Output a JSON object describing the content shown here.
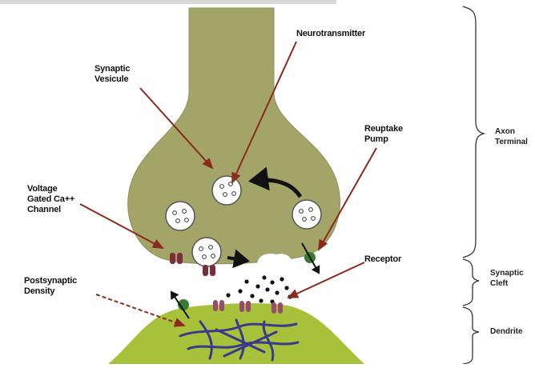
{
  "labels": {
    "neurotransmitter": "Neurotransmitter",
    "synaptic_vesicule": "Synaptic\nVesicule",
    "reuptake_pump": "Reuptake\nPump",
    "voltage_gated_channel": "Voltage\nGated Ca++\nChannel",
    "receptor": "Receptor",
    "postsynaptic_density": "Postsynaptic\nDensity"
  },
  "regions": {
    "axon_terminal": "Axon\nTerminal",
    "synaptic_cleft": "Synaptic\nCleft",
    "dendrite": "Dendrite"
  },
  "colors": {
    "axon_terminal_fill": "#a3a468",
    "dendrite_fill": "#a7c23a",
    "arrow_annotation": "#8b2a1e",
    "channel": "#7a2e3a",
    "receptor": "#9a4a6e",
    "reuptake_pump": "#3a7a35",
    "density_fibers": "#3a3a8a",
    "vesicle": "#ffffff"
  },
  "icons": [
    "synaptic-vesicle-icon",
    "reuptake-pump-icon",
    "calcium-channel-icon",
    "receptor-icon",
    "neurotransmitter-molecule-icon"
  ]
}
